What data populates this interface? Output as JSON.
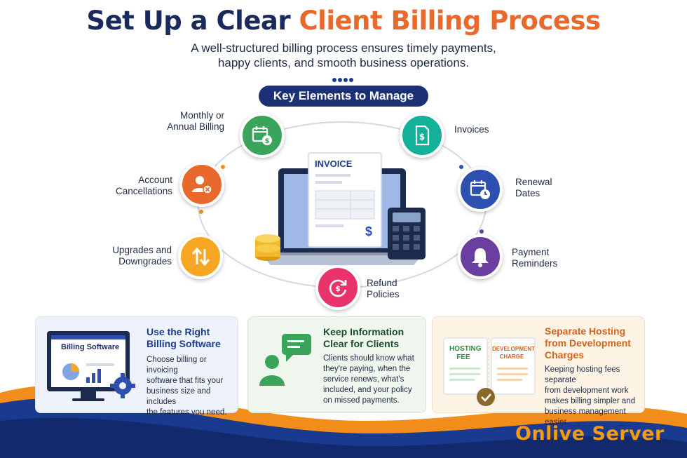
{
  "header": {
    "title_part1": "Set Up a Clear",
    "title_part2": "Client Billing Process",
    "subtitle_line1": "A well-structured billing process ensures timely payments,",
    "subtitle_line2": "happy clients, and smooth business operations.",
    "section_pill": "Key Elements to Manage"
  },
  "elements": {
    "monthly_line1": "Monthly or",
    "monthly_line2": "Annual Billing",
    "invoices": "Invoices",
    "account_line1": "Account",
    "account_line2": "Cancellations",
    "renewal_line1": "Renewal",
    "renewal_line2": "Dates",
    "upgrades_line1": "Upgrades and",
    "upgrades_line2": "Downgrades",
    "payment_line1": "Payment",
    "payment_line2": "Reminders",
    "refund_line1": "Refund",
    "refund_line2": "Policies"
  },
  "illustration": {
    "invoice_heading": "INVOICE",
    "dollar_sign": "$"
  },
  "cards": {
    "software": {
      "title_line1": "Use the Right",
      "title_line2": "Billing Software",
      "screen_label": "Billing Software",
      "body_line1": "Choose billing or invoicing",
      "body_line2": "software that fits your",
      "body_line3": "business size and includes",
      "body_line4": "the features you need."
    },
    "info": {
      "title_line1": "Keep Information",
      "title_line2": "Clear for Clients",
      "body_line1": "Clients should know what",
      "body_line2": "they're paying, when the",
      "body_line3": "service renews, what's",
      "body_line4": "included, and your policy",
      "body_line5": "on missed payments."
    },
    "hosting": {
      "title_line1": "Separate Hosting",
      "title_line2": "from Development",
      "title_line3": "Charges",
      "doc1_line1": "HOSTING",
      "doc1_line2": "FEE",
      "doc2_line1": "DEVELOPMENT",
      "doc2_line2": "CHARGE",
      "body_line1": "Keeping hosting fees separate",
      "body_line2": "from development work",
      "body_line3": "makes billing simpler and",
      "body_line4": "business management easier."
    }
  },
  "brand": {
    "word1": "Onlive",
    "word2": "Server"
  },
  "colors": {
    "navy": "#1b2a5c",
    "orange": "#e8692b",
    "green": "#3aa55a",
    "teal": "#14b19a",
    "blue": "#2c4fb0",
    "purple": "#6a3fa0",
    "pink": "#e8336b",
    "yellow": "#f6a623",
    "brand_orange": "#f39b12"
  },
  "icons": [
    "calendar-dollar-icon",
    "invoice-doc-icon",
    "user-x-icon",
    "calendar-clock-icon",
    "arrows-updown-icon",
    "bell-icon",
    "refund-cycle-icon",
    "gear-icon",
    "chat-person-icon",
    "check-badge-icon"
  ]
}
